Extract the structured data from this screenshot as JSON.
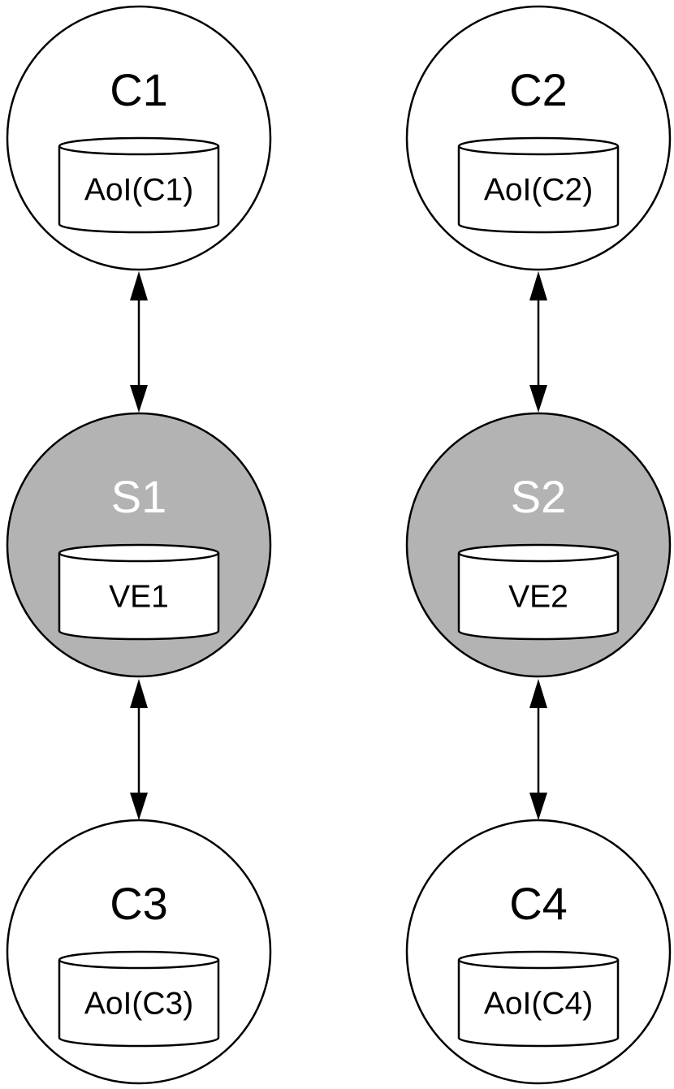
{
  "colors": {
    "client_fill": "#ffffff",
    "client_text": "#000000",
    "server_fill": "#b3b3b3",
    "server_text": "#ffffff",
    "stroke": "#000000"
  },
  "nodes": [
    {
      "id": "c1",
      "kind": "client",
      "title": "C1",
      "store": "AoI(C1)"
    },
    {
      "id": "c2",
      "kind": "client",
      "title": "C2",
      "store": "AoI(C2)"
    },
    {
      "id": "s1",
      "kind": "server",
      "title": "S1",
      "store": "VE1"
    },
    {
      "id": "s2",
      "kind": "server",
      "title": "S2",
      "store": "VE2"
    },
    {
      "id": "c3",
      "kind": "client",
      "title": "C3",
      "store": "AoI(C3)"
    },
    {
      "id": "c4",
      "kind": "client",
      "title": "C4",
      "store": "AoI(C4)"
    }
  ],
  "edges": [
    {
      "from": "c1",
      "to": "s1",
      "direction": "both"
    },
    {
      "from": "c2",
      "to": "s2",
      "direction": "both"
    },
    {
      "from": "s1",
      "to": "c3",
      "direction": "both"
    },
    {
      "from": "s2",
      "to": "c4",
      "direction": "both"
    }
  ]
}
